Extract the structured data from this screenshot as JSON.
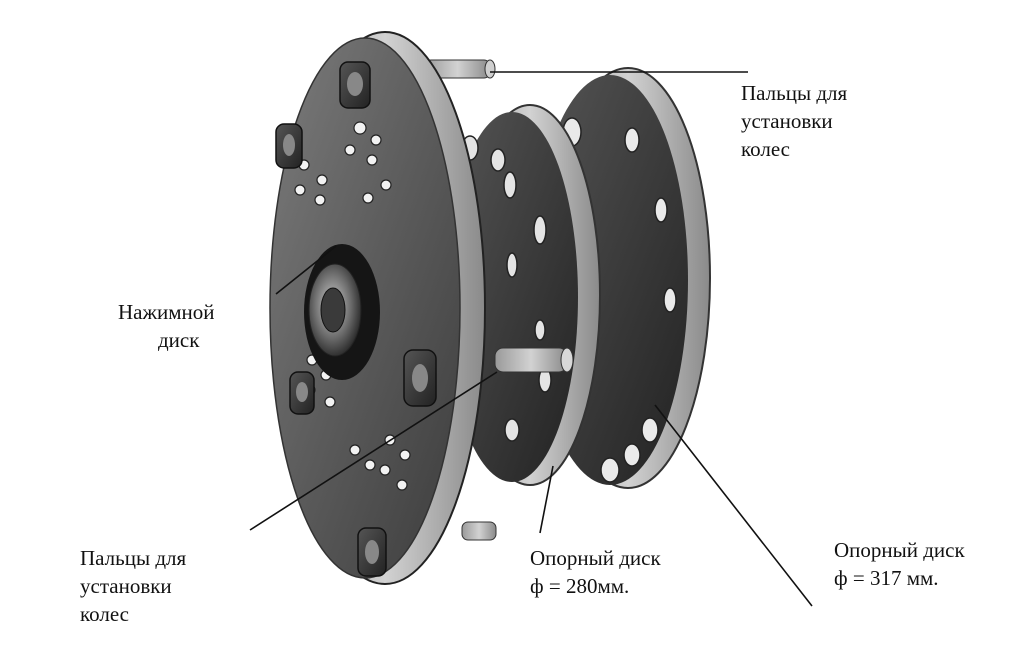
{
  "labels": {
    "top_pins": [
      "Пальцы для",
      "установки",
      "колес"
    ],
    "pressure_disk": [
      "Нажимной",
      "диск"
    ],
    "bottom_pins": [
      "Пальцы для",
      "установки",
      "колес"
    ],
    "support_280": [
      "Опорный диск",
      "ф = 280мм."
    ],
    "support_317": [
      "Опорный диск",
      "ф = 317 мм."
    ]
  },
  "colors": {
    "metal_dark": "#3a3a3a",
    "metal_mid": "#6e6e6e",
    "metal_light": "#b9b9b9",
    "ink": "#111111"
  }
}
